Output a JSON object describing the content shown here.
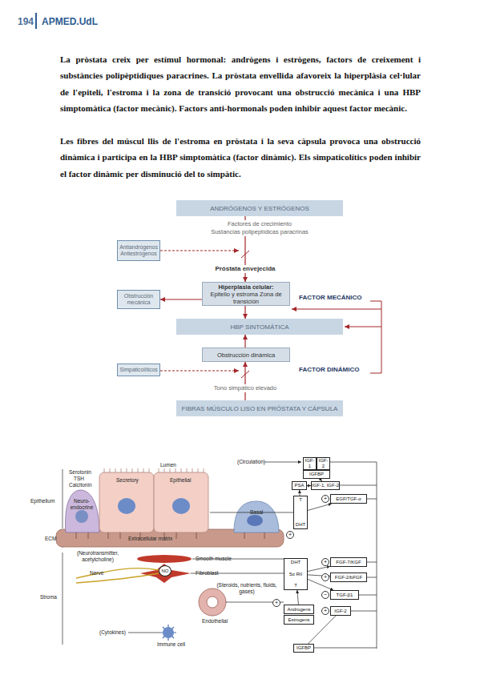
{
  "diagram": {
    "nodes": [
      {
        "text": [
          "ANDRÓGENOS Y ESTRÓGENOS"
        ]
      },
      {
        "text": [
          "Antiandrógenos Antiestrógenos"
        ]
      },
      {
        "text": [
          "Hiperplasia celular:",
          "Epitelio y estroma Zona de transición"
        ]
      },
      {
        "text": [
          "Obstrucción mecánica"
        ]
      },
      {
        "text": [
          "HBP SINTOMÁTICA"
        ]
      },
      {
        "text": [
          "Obstrucción dinámica"
        ]
      },
      {
        "text": [
          "Simpaticolíticos"
        ]
      },
      {
        "text": [
          "FIBRAS MÚSCULO LISO EN PRÓSTATA Y CÁPSULA"
        ]
      },
      {
        "text": [
          "IGF-1"
        ]
      },
      {
        "text": [
          "IGF-2"
        ]
      },
      {
        "text": [
          "IGFBP"
        ]
      },
      {
        "text": [
          "PSA"
        ]
      },
      {
        "text": [
          "IGF-1, IGF-2"
        ]
      },
      {
        "text": [
          "T",
          "DHT"
        ]
      },
      {
        "text": [
          "EGF/TGF-α"
        ]
      },
      {
        "text": [
          "DHT",
          "5α RII",
          "T"
        ]
      },
      {
        "text": [
          "FGF-7/KGF"
        ]
      },
      {
        "text": [
          "FGF-2/bFGF"
        ]
      },
      {
        "text": [
          "TGF-β1"
        ]
      },
      {
        "text": [
          "Androgens"
        ]
      },
      {
        "text": [
          "Estrogens"
        ]
      },
      {
        "text": [
          "IGF-2"
        ]
      },
      {
        "text": [
          "IGFBP"
        ]
      },
      {
        "text": [
          "NO"
        ]
      }
    ],
    "edges": [
      {
        "from": 0,
        "to": 2,
        "arrow": "to"
      },
      {
        "from": 2,
        "to": 3,
        "arrow": "to"
      },
      {
        "from": 2,
        "to": 4,
        "arrow": "to"
      },
      {
        "from": 5,
        "to": 4,
        "arrow": "to"
      },
      {
        "from": 7,
        "to": 5,
        "arrow": "to"
      },
      {
        "from": 8,
        "to": 10,
        "arrow": "none"
      },
      {
        "from": 9,
        "to": 10,
        "arrow": "none"
      },
      {
        "from": 10,
        "to": 12,
        "arrow": "to"
      },
      {
        "from": 11,
        "to": 12,
        "arrow": "to"
      },
      {
        "from": 13,
        "to": 11,
        "arrow": "to"
      },
      {
        "from": 13,
        "to": 14,
        "arrow": "to"
      },
      {
        "from": 15,
        "to": 16,
        "arrow": "to"
      },
      {
        "from": 15,
        "to": 17,
        "arrow": "to"
      },
      {
        "from": 15,
        "to": 18,
        "arrow": "to"
      },
      {
        "from": 19,
        "to": 15,
        "arrow": "to"
      },
      {
        "from": 21,
        "to": 22,
        "arrow": "none"
      }
    ],
    "labels": [
      "194",
      "APMED.UdL",
      "La pròstata creix per estímul hormonal: andrògens i estrògens, factors de creixement i substàncies polipèptidiques paracrines. La pròstata envellida afavoreix la hiperplàsia cel·lular de l'epiteli, l'estroma i la zona de transició provocant una obstrucció mecànica i una HBP simptomàtica (factor mecànic). Factors anti-hormonals poden inhibir aquest factor mecànic.",
      "Les fibres del múscul llis de l'estroma en pròstata i la seva càpsula provoca una obstrucció dinàmica i participa en la HBP simptomàtica (factor dinàmic). Els simpaticolítics poden inhibir el factor dinàmic per disminució del to simpàtic.",
      "Factores de crecimiento",
      "Sustancias polipeptídicas paracrinas",
      "Próstata envejecida",
      "FACTOR MECÁNICO",
      "FACTOR DINÁMICO",
      "Tono simpático elevado",
      "(Circulation)",
      "Lumen",
      "Secretory",
      "Epithelial",
      "Serotonin",
      "TSH",
      "Calcitonin",
      "Neuro- endocrine",
      "Basal",
      "Extracellular matrix",
      "Epithelium",
      "ECM",
      "(Neurotransmitter, acetylcholine)",
      "Smooth muscle",
      "Nerve",
      "Fibroblast",
      "(Steroids, nutrients, fluids, gases)",
      "Stroma",
      "(Cytokines)",
      "Immune cell",
      "Endothelial",
      "+",
      "+",
      "+",
      "−",
      "+",
      "+",
      "+"
    ]
  }
}
